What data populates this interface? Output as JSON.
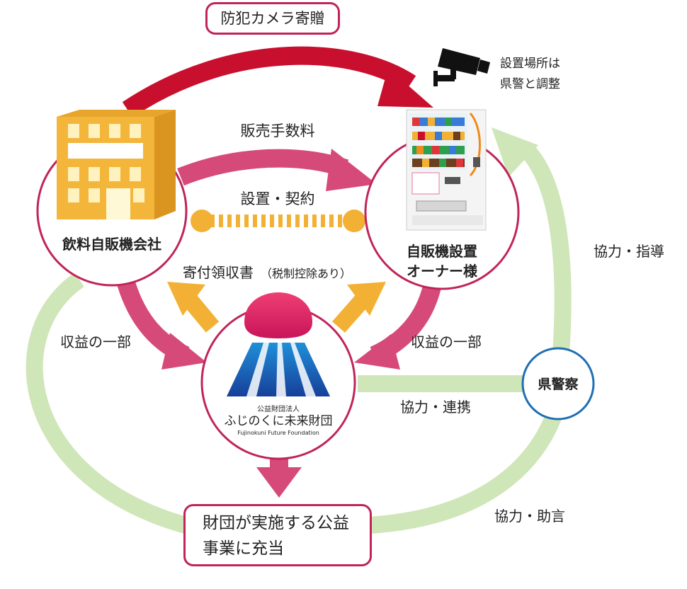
{
  "top_box": "防犯カメラ寄贈",
  "camera_note": [
    "設置場所は",
    "県警と調整"
  ],
  "beverage_company": "飲料自販機会社",
  "owner": [
    "自販機設置",
    "オーナー様"
  ],
  "police": "県警察",
  "foundation": {
    "small_label": "公益財団法人",
    "name": "ふじのくに未来財団",
    "english": "Fujinokuni Future Foundation"
  },
  "labels": {
    "commission": "販売手数料",
    "installation_contract": "設置・契約",
    "receipt": "寄付領収書",
    "receipt_note": "（税制控除あり）",
    "revenue_left": "収益の一部",
    "revenue_right": "収益の一部",
    "cooperation_guidance": "協力・指導",
    "cooperation_link": "協力・連携",
    "cooperation_advice": "協力・助言"
  },
  "bottom_box": [
    "財団が実施する公益",
    "事業に充当"
  ],
  "colors": {
    "red_arrow": "#c8102e",
    "pink_arrow": "#d64a7a",
    "yellow_arrow": "#f2b134",
    "green_ring": "#cfe6b8",
    "circle_border": "#c0245a",
    "police_border": "#1f6fb5",
    "building": "#f3b63b"
  },
  "icons": [
    "building-icon",
    "security-camera-icon",
    "vending-machine-icon",
    "fuji-logo-icon"
  ]
}
